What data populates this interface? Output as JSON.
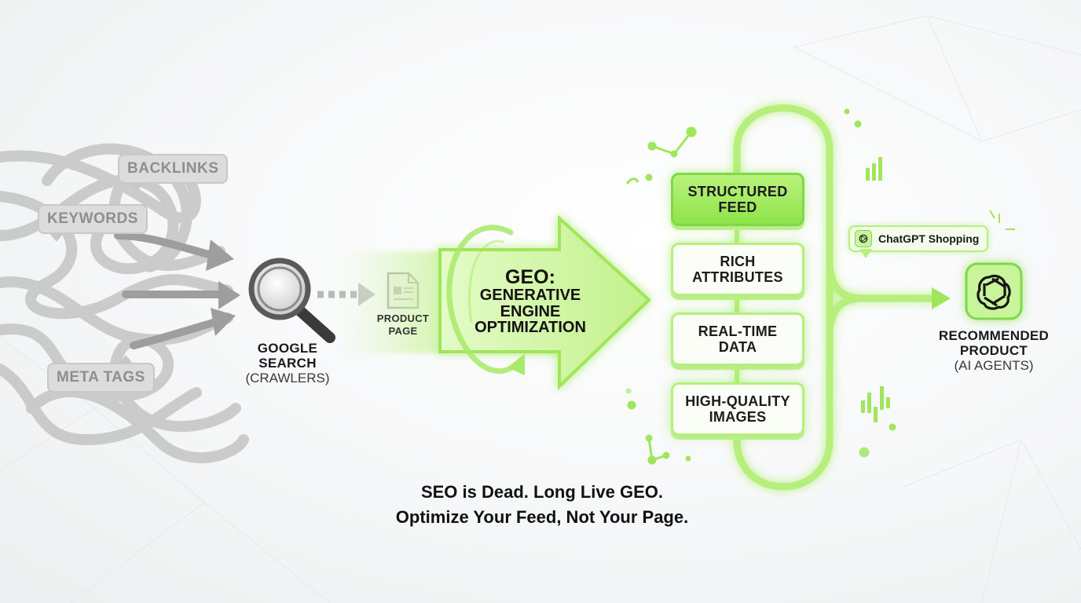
{
  "seo_side": {
    "bubbles": [
      "BACKLINKS",
      "KEYWORDS",
      "META TAGS"
    ],
    "google": {
      "line1": "GOOGLE",
      "line2": "SEARCH",
      "line3": "(CRAWLERS)"
    },
    "product_page": {
      "line1": "PRODUCT",
      "line2": "PAGE"
    }
  },
  "geo": {
    "line1": "GEO:",
    "line2": "GENERATIVE",
    "line3": "ENGINE",
    "line4": "OPTIMIZATION"
  },
  "feed_cards": [
    {
      "line1": "STRUCTURED",
      "line2": "FEED"
    },
    {
      "line1": "RICH",
      "line2": "ATTRIBUTES"
    },
    {
      "line1": "REAL-TIME",
      "line2": "DATA"
    },
    {
      "line1": "HIGH-QUALITY",
      "line2": "IMAGES"
    }
  ],
  "chatgpt_badge": "ChatGPT Shopping",
  "recommended": {
    "line1": "RECOMMENDED",
    "line2": "PRODUCT",
    "line3": "(AI AGENTS)"
  },
  "tagline": {
    "line1": "SEO is Dead. Long Live GEO.",
    "line2": "Optimize Your Feed, Not Your Page."
  },
  "colors": {
    "accent_green": "#8fe44a",
    "light_green": "#b7ef7c",
    "gray": "#b5b5b5"
  },
  "icons": [
    "magnifier-icon",
    "document-icon",
    "openai-logo-icon",
    "arrow-icon"
  ]
}
